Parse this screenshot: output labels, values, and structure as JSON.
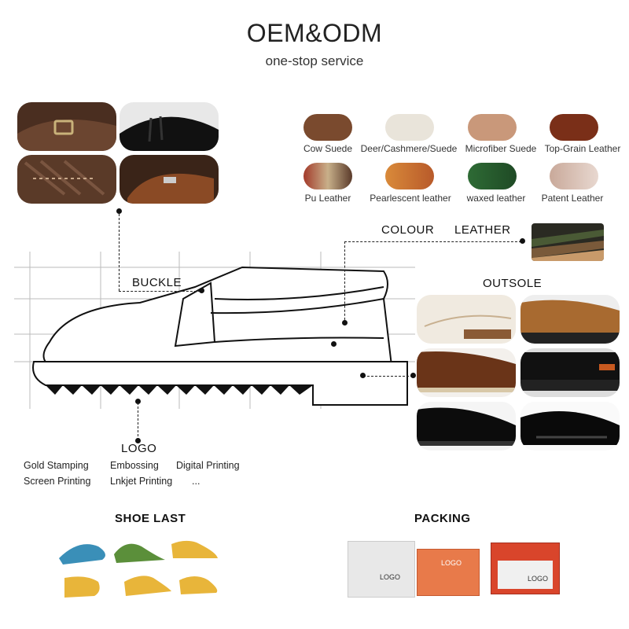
{
  "header": {
    "title": "OEM&ODM",
    "subtitle": "one-stop service"
  },
  "labels": {
    "buckle": "BUCKLE",
    "colour": "COLOUR",
    "leather": "LEATHER",
    "outsole": "OUTSOLE",
    "logo": "LOGO",
    "shoe_last": "SHOE LAST",
    "packing": "PACKING"
  },
  "materials": [
    {
      "name": "Cow Suede",
      "color": "#7a4a2e"
    },
    {
      "name": "Deer/Cashmere/Suede",
      "color": "#e9e4da"
    },
    {
      "name": "Microfiber Suede",
      "color": "#c9987a"
    },
    {
      "name": "Top-Grain Leather",
      "color": "#7a2f18"
    },
    {
      "name": "Pu Leather",
      "color": "#a33a2a"
    },
    {
      "name": "Pearlescent leather",
      "color": "#d98a3a"
    },
    {
      "name": "waxed leather",
      "color": "#2e6b35"
    },
    {
      "name": "Patent Leather",
      "color": "#c9a99a"
    }
  ],
  "logo_options": [
    "Gold Stamping",
    "Embossing",
    "Digital Printing",
    "Screen Printing",
    "Lnkjet Printing",
    "..."
  ],
  "packing_box_label": "LOGO",
  "colors": {
    "text": "#222222",
    "box_red": "#d9452b",
    "box_white": "#eeeeee",
    "last_blue": "#3a8fb8",
    "last_green": "#5b8f3a",
    "last_yellow": "#e8b53a"
  }
}
